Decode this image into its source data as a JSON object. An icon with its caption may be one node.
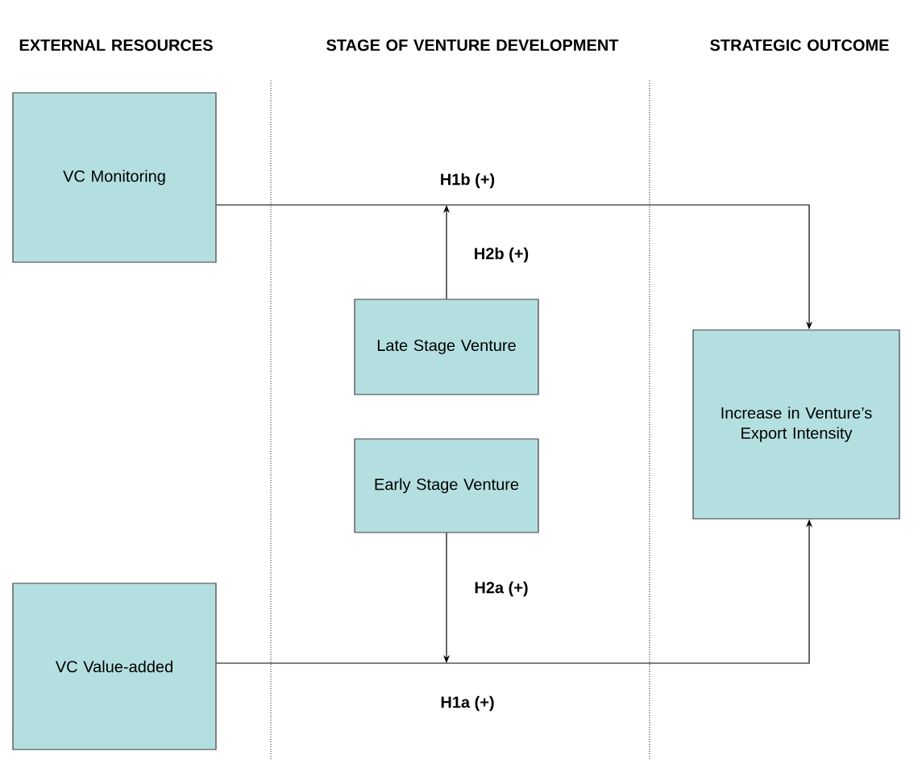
{
  "diagram": {
    "nodes": [
      {
        "text": [
          "VC Monitoring"
        ]
      },
      {
        "text": [
          "Late Stage Venture"
        ]
      },
      {
        "text": [
          "Early Stage Venture"
        ]
      },
      {
        "text": [
          "Increase in Venture’s Export Intensity"
        ]
      },
      {
        "text": [
          "VC Value-added"
        ]
      }
    ],
    "edges": [
      {
        "from": 0,
        "to": 3,
        "arrow": "to",
        "label": "H1b (+)"
      },
      {
        "from": 1,
        "to": null,
        "arrow": "to",
        "label": "H2b (+)"
      },
      {
        "from": 2,
        "to": null,
        "arrow": "to",
        "label": "H2a (+)"
      },
      {
        "from": 4,
        "to": 3,
        "arrow": "to",
        "label": "H1a (+)"
      }
    ],
    "labels": [
      "EXTERNAL RESOURCES",
      "STAGE OF VENTURE DEVELOPMENT",
      "STRATEGIC OUTCOME"
    ]
  }
}
